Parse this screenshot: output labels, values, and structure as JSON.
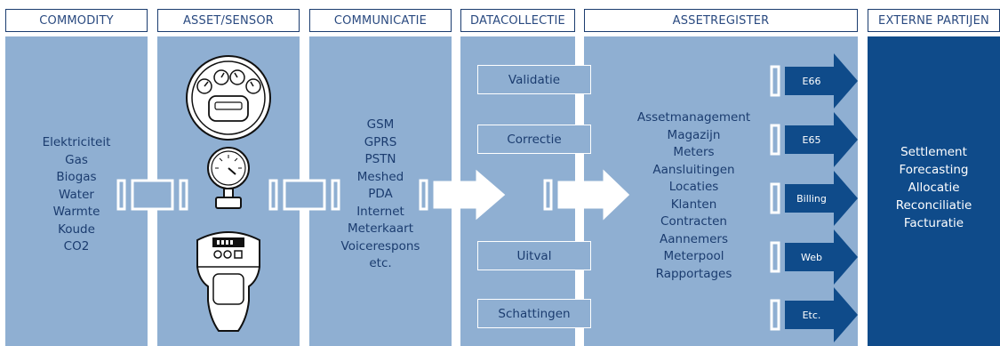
{
  "columns": {
    "commodity": {
      "header": "COMMODITY",
      "items": [
        "Elektriciteit",
        "Gas",
        "Biogas",
        "Water",
        "Warmte",
        "Koude",
        "CO2"
      ]
    },
    "asset_sensor": {
      "header": "ASSET/SENSOR"
    },
    "communicatie": {
      "header": "COMMUNICATIE",
      "items": [
        "GSM",
        "GPRS",
        "PSTN",
        "Meshed",
        "PDA",
        "Internet",
        "Meterkaart",
        "Voicerespons",
        "etc."
      ]
    },
    "datacollectie": {
      "header": "DATACOLLECTIE",
      "boxes": [
        "Validatie",
        "Correctie",
        "Uitval",
        "Schattingen"
      ]
    },
    "assetregister": {
      "header": "ASSETREGISTER",
      "items": [
        "Assetmanagement",
        "Magazijn",
        "Meters",
        "Aansluitingen",
        "Locaties",
        "Klanten",
        "Contracten",
        "Aannemers",
        "Meterpool",
        "Rapportages"
      ],
      "outputs": [
        "E66",
        "E65",
        "Billing",
        "Web",
        "Etc."
      ]
    },
    "externe_partijen": {
      "header": "EXTERNE PARTIJEN",
      "items": [
        "Settlement",
        "Forecasting",
        "Allocatie",
        "Reconciliatie",
        "Facturatie"
      ]
    }
  },
  "colors": {
    "panel": "#8fafd2",
    "panel_dark": "#0f4b8a",
    "output_arrow": "#0f4b8a",
    "header_border": "#1b3c6f",
    "text_navy": "#1b3c6f"
  },
  "icons": [
    "electricity-meter-icon",
    "pressure-gauge-icon",
    "water-meter-icon"
  ]
}
